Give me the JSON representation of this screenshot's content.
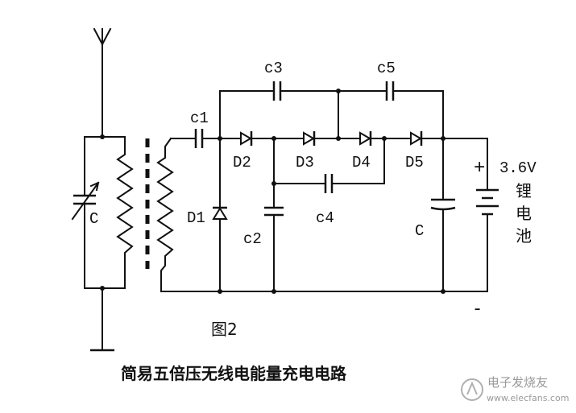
{
  "labels": {
    "c1": "c1",
    "c2": "c2",
    "c3": "c3",
    "c4": "c4",
    "c5": "c5",
    "d1": "D1",
    "d2": "D2",
    "d3": "D3",
    "d4": "D4",
    "d5": "D5",
    "c_tank": "C",
    "c_output": "C"
  },
  "battery": {
    "plus": "+",
    "minus": "-",
    "voltage": "3.6V",
    "name": [
      "锂",
      "电",
      "池"
    ]
  },
  "figure_label": "图2",
  "title": "简易五倍压无线电能量充电电路",
  "watermark": {
    "brand": "电子发烧友",
    "url": "www.elecfans.com"
  }
}
